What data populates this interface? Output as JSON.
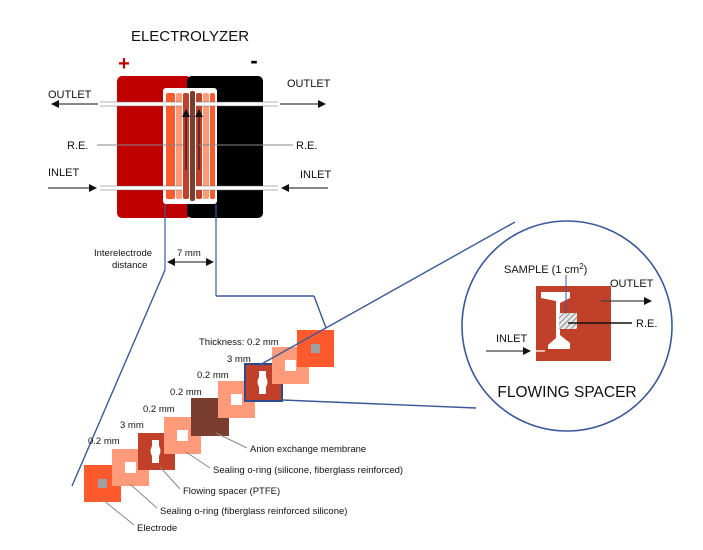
{
  "electrolyzer": {
    "title": "ELECTROLYZER",
    "plus": "+",
    "minus": "-",
    "outlet_left": "OUTLET",
    "outlet_right": "OUTLET",
    "inlet_left": "INLET",
    "inlet_right": "INLET",
    "re_left": "R.E.",
    "re_right": "R.E."
  },
  "distance": {
    "label_line1": "Interelectrode",
    "label_line2": "distance",
    "value": "7 mm"
  },
  "layers": {
    "thickness_label": "Thickness: 0.2 mm",
    "t_3mm_top": "3 mm",
    "t_02_a": "0.2 mm",
    "t_02_b": "0.2 mm",
    "t_02_c": "0.2 mm",
    "t_3mm_bottom": "3 mm",
    "t_02_d": "0.2 mm",
    "anion_membrane": "Anion exchange membrane",
    "sealing_silicone": "Sealing o-ring (silicone, fiberglass reinforced)",
    "flowing_spacer": "Flowing spacer (PTFE)",
    "sealing_fiberglass": "Sealing o-ring (fiberglass reinforced silicone)",
    "electrode": "Electrode"
  },
  "inset": {
    "sample_label": "SAMPLE (1 cm",
    "sample_sup": "2",
    "sample_close": ")",
    "outlet": "OUTLET",
    "inlet": "INLET",
    "re": "R.E.",
    "caption": "FLOWING SPACER"
  },
  "colors": {
    "anode_red": "#c00000",
    "cathode_black": "#000000",
    "layer_orange": "#ff5a2d",
    "layer_light": "#ff9a7a",
    "spacer_dark": "#c0402a",
    "membrane_brown": "#7a3e30",
    "line_blue": "#3b5998"
  }
}
